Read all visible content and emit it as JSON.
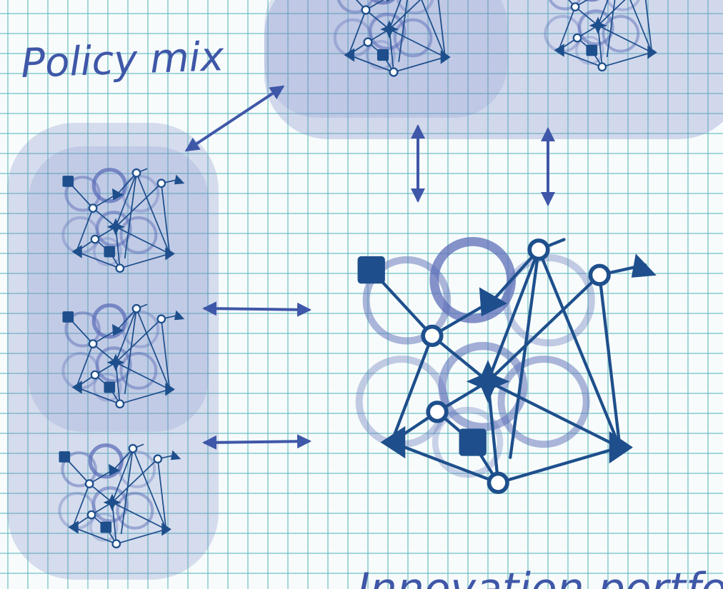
{
  "labels": {
    "top_left": "Policy mix",
    "bottom": "Innovation portfolios"
  },
  "colors": {
    "grid": "#5fb9be",
    "paper": "#f7fbfb",
    "ink": "#1e4f8c",
    "group_fill": "#6f7fc4",
    "ring": "#5d6fb8",
    "label": "#3f57a8"
  },
  "diagram": {
    "groups": [
      "policy-mix-top-group",
      "policy-mix-left-group"
    ],
    "network_nodes": [
      "square",
      "circle",
      "triangle",
      "circle",
      "triangle",
      "circle",
      "star",
      "circle",
      "square",
      "triangle",
      "triangle",
      "circle"
    ],
    "arrows": [
      "bidirectional",
      "bidirectional",
      "bidirectional",
      "bidirectional",
      "bidirectional"
    ]
  }
}
